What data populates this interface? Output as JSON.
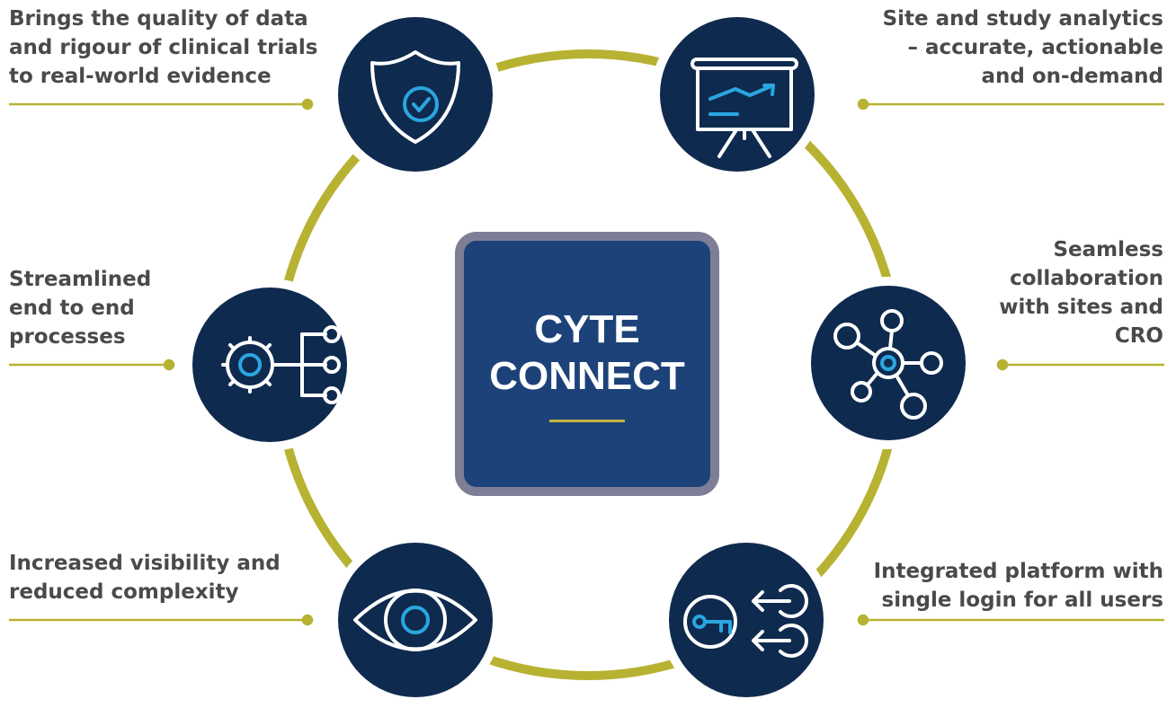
{
  "center": {
    "lines": [
      "CYTE",
      "CONNECT"
    ]
  },
  "colors": {
    "navy": "#0f2a4f",
    "accent_olive": "#b8b232",
    "icon_blue": "#2aa6e0",
    "box_blue": "#1c4279",
    "box_border": "#7e7e96",
    "text_gray": "#4a4a4a"
  },
  "features": [
    {
      "icon": "shield-check-icon",
      "lines": [
        "Brings the quality of data",
        "and rigour of clinical trials",
        "to real-world evidence"
      ]
    },
    {
      "icon": "presentation-chart-icon",
      "lines": [
        "Site and study analytics",
        "– accurate, actionable",
        "and on-demand"
      ]
    },
    {
      "icon": "gear-network-icon",
      "lines": [
        "Streamlined",
        "end to end",
        "processes"
      ]
    },
    {
      "icon": "hub-network-icon",
      "lines": [
        "Seamless",
        "collaboration",
        "with sites and",
        "CRO"
      ]
    },
    {
      "icon": "eye-icon",
      "lines": [
        "Increased visibility and",
        "reduced complexity"
      ]
    },
    {
      "icon": "key-login-icon",
      "lines": [
        "Integrated platform with",
        "single login for all users"
      ]
    }
  ]
}
